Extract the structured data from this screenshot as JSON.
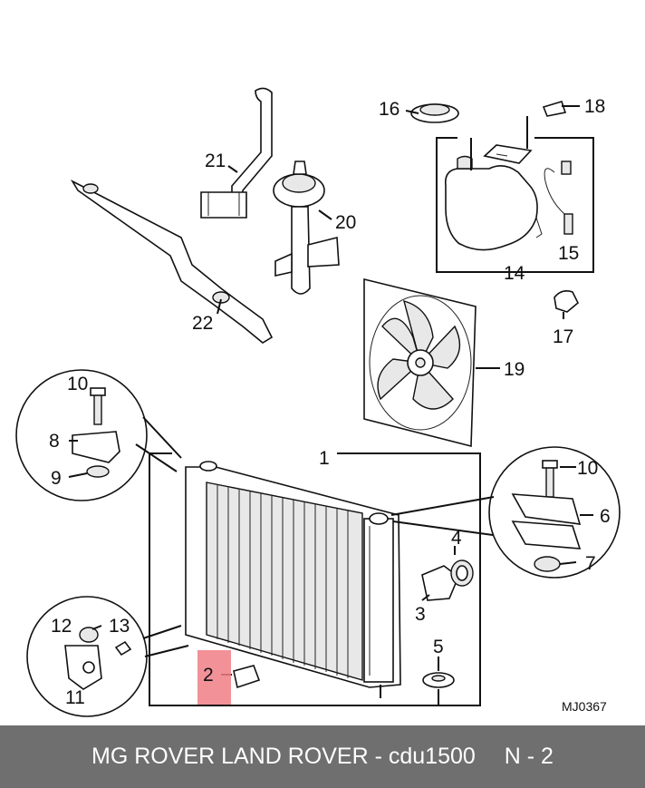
{
  "diagram": {
    "reference_code": "MJ0367",
    "highlight_color": "#f07f86",
    "callouts": {
      "c1": "1",
      "c2": "2",
      "c3": "3",
      "c4": "4",
      "c5": "5",
      "c6": "6",
      "c7": "7",
      "c8": "8",
      "c9": "9",
      "c10a": "10",
      "c10b": "10",
      "c11": "11",
      "c12": "12",
      "c13": "13",
      "c14": "14",
      "c15": "15",
      "c16": "16",
      "c17": "17",
      "c18": "18",
      "c19": "19",
      "c20": "20",
      "c21": "21",
      "c22": "22"
    }
  },
  "footer": {
    "brand": "MG ROVER LAND ROVER - cdu1500",
    "page": "N - 2",
    "background": "#6f6f6f"
  }
}
